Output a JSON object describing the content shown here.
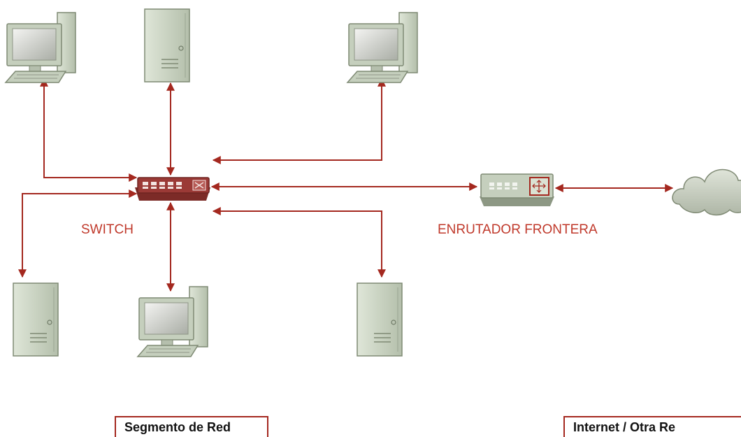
{
  "labels": {
    "switch": "SWITCH",
    "router": "ENRUTADOR FRONTERA"
  },
  "zones": {
    "segment": "Segmento de Red",
    "internet": "Internet / Otra Re"
  },
  "colors": {
    "link": "#a4281f",
    "label": "#c0392b",
    "device_fill": "#c5cfbd",
    "device_stroke": "#7f8a74",
    "switch_fill": "#9b3a36"
  },
  "icons": [
    "desktop-icon",
    "server-icon",
    "switch-icon",
    "router-icon",
    "cloud-icon"
  ]
}
